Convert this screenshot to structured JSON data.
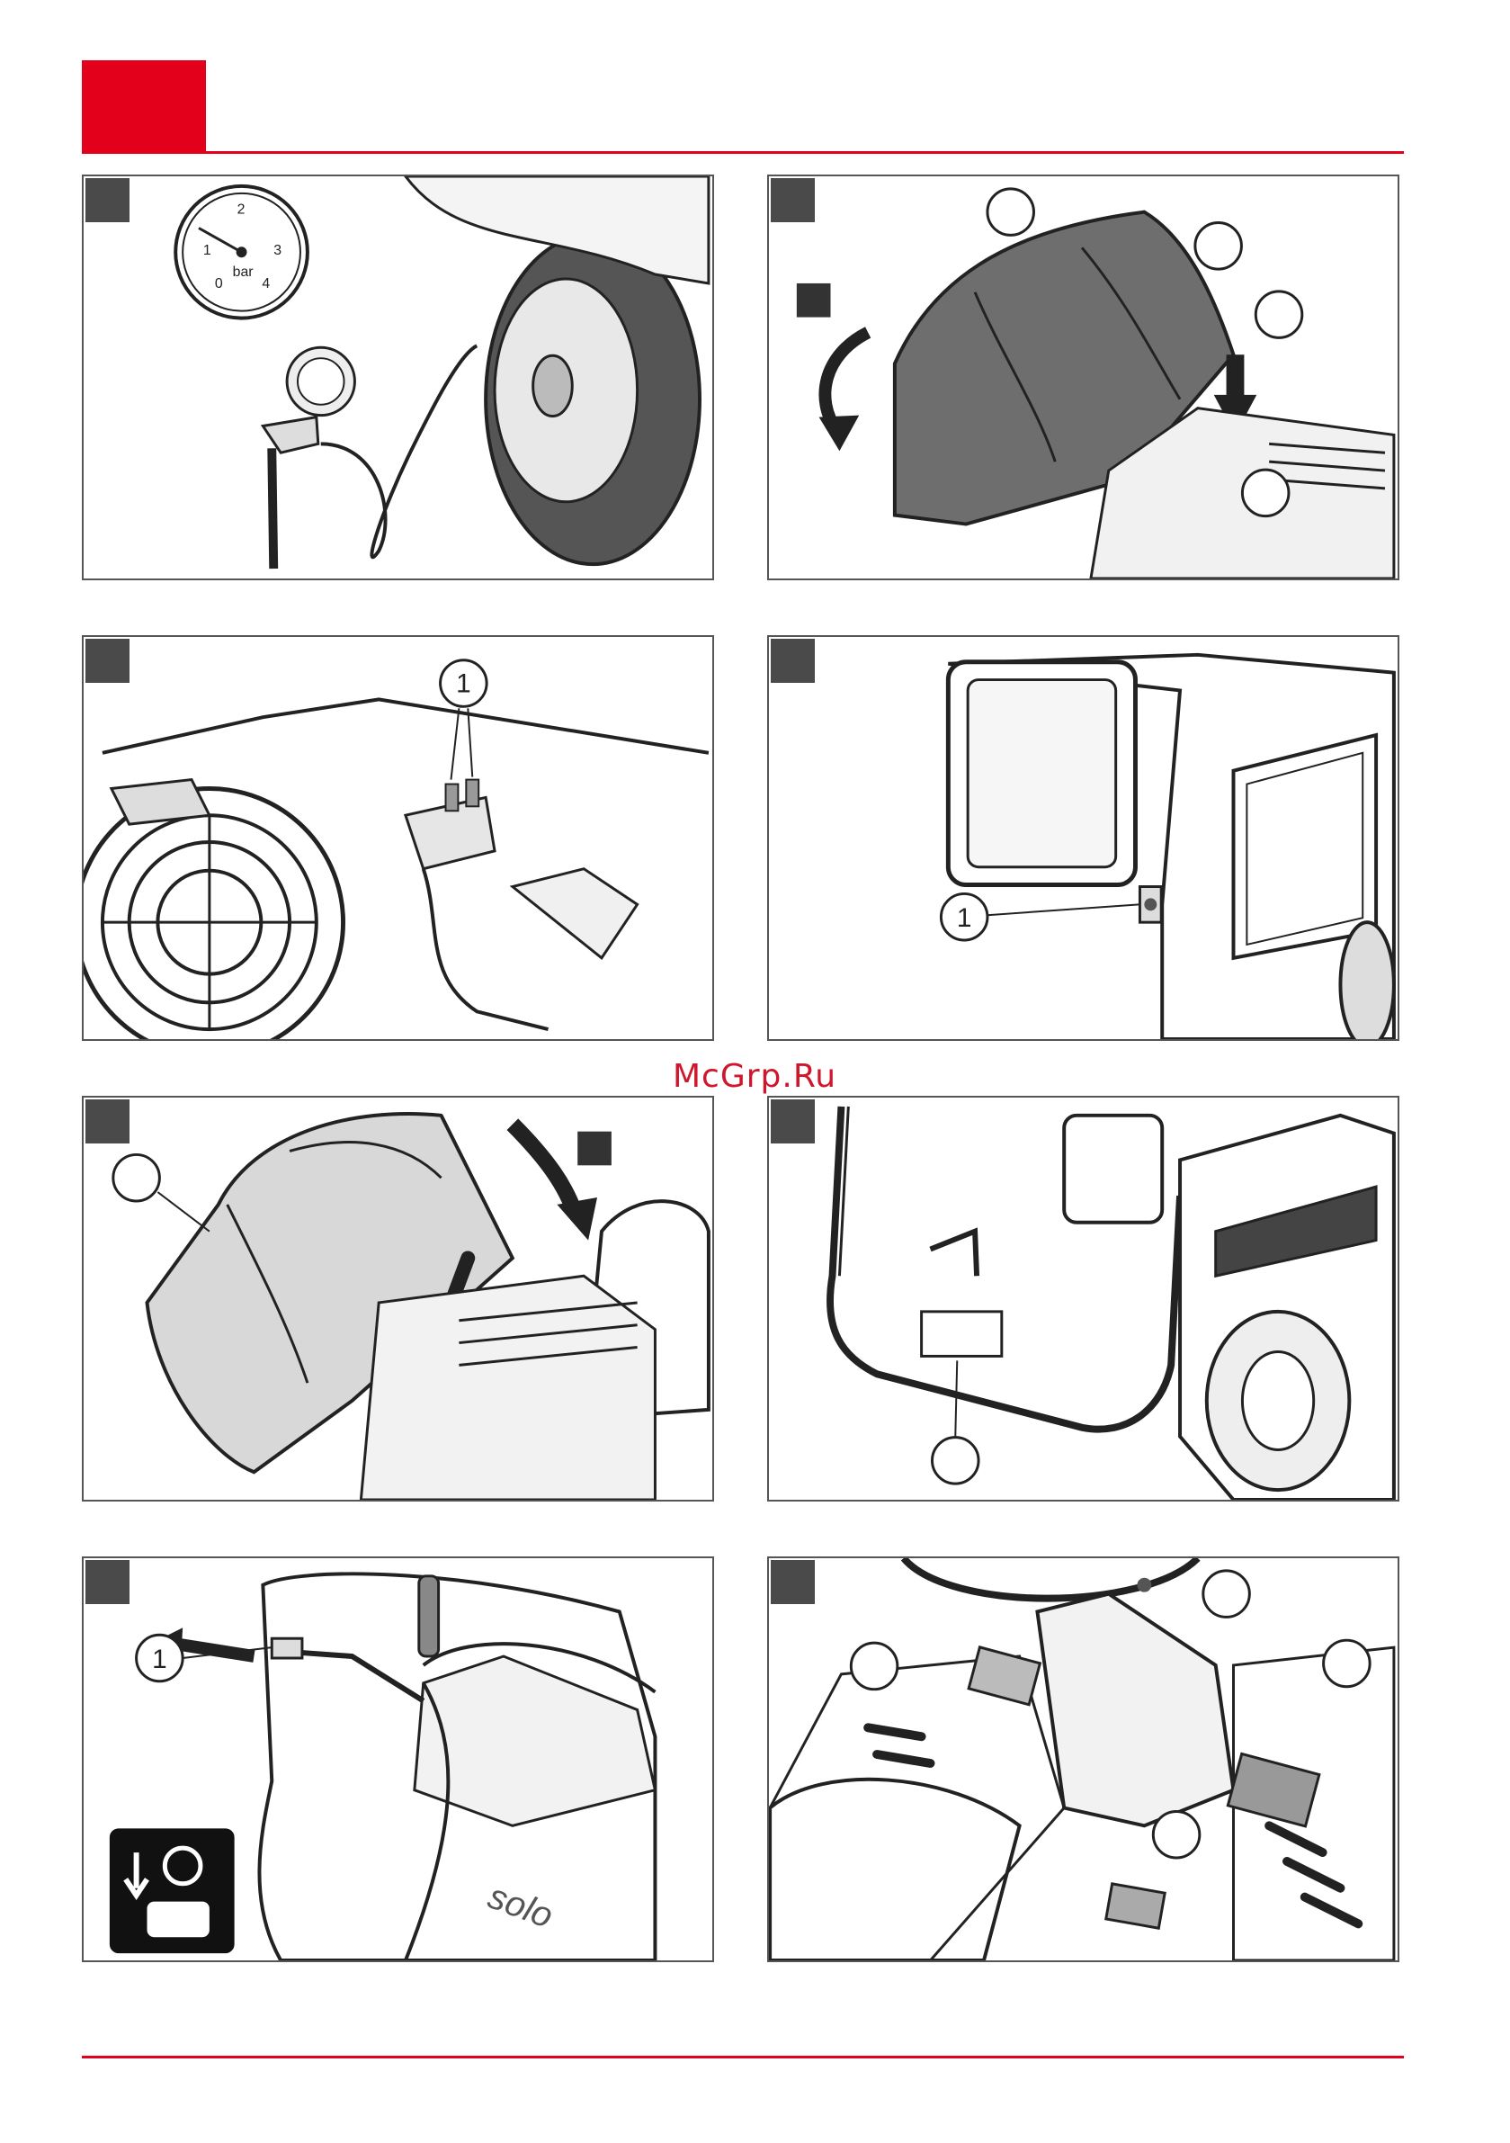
{
  "watermark": "McGrp.Ru",
  "brand_colors": {
    "accent": "#e2001a",
    "marker": "#4a4a4a"
  },
  "figures": [
    {
      "id": "tyre-pressure",
      "icons": [
        "pressure-gauge-icon",
        "tyre-inflator-icon"
      ],
      "gauge": {
        "ticks": [
          "0",
          "1",
          "2",
          "3",
          "4"
        ],
        "unit": "bar"
      }
    },
    {
      "id": "grass-catcher-removal",
      "icons": [
        "rotate-arrow-icon",
        "down-arrow-icon"
      ],
      "callouts": []
    },
    {
      "id": "engine-bay",
      "icons": [
        "fan-icon"
      ],
      "callouts": [
        "1"
      ]
    },
    {
      "id": "rear-catcher-sensor",
      "callouts": [
        "1"
      ]
    },
    {
      "id": "grass-catcher-install",
      "icons": [
        "down-arrow-icon"
      ],
      "callouts": []
    },
    {
      "id": "catcher-frame",
      "callouts": []
    },
    {
      "id": "catcher-lever",
      "icons": [
        "pull-arrow-icon",
        "warning-symbol-icon"
      ],
      "callouts": [
        "1"
      ],
      "brand_text": "solo"
    },
    {
      "id": "pedals",
      "callouts": []
    }
  ]
}
